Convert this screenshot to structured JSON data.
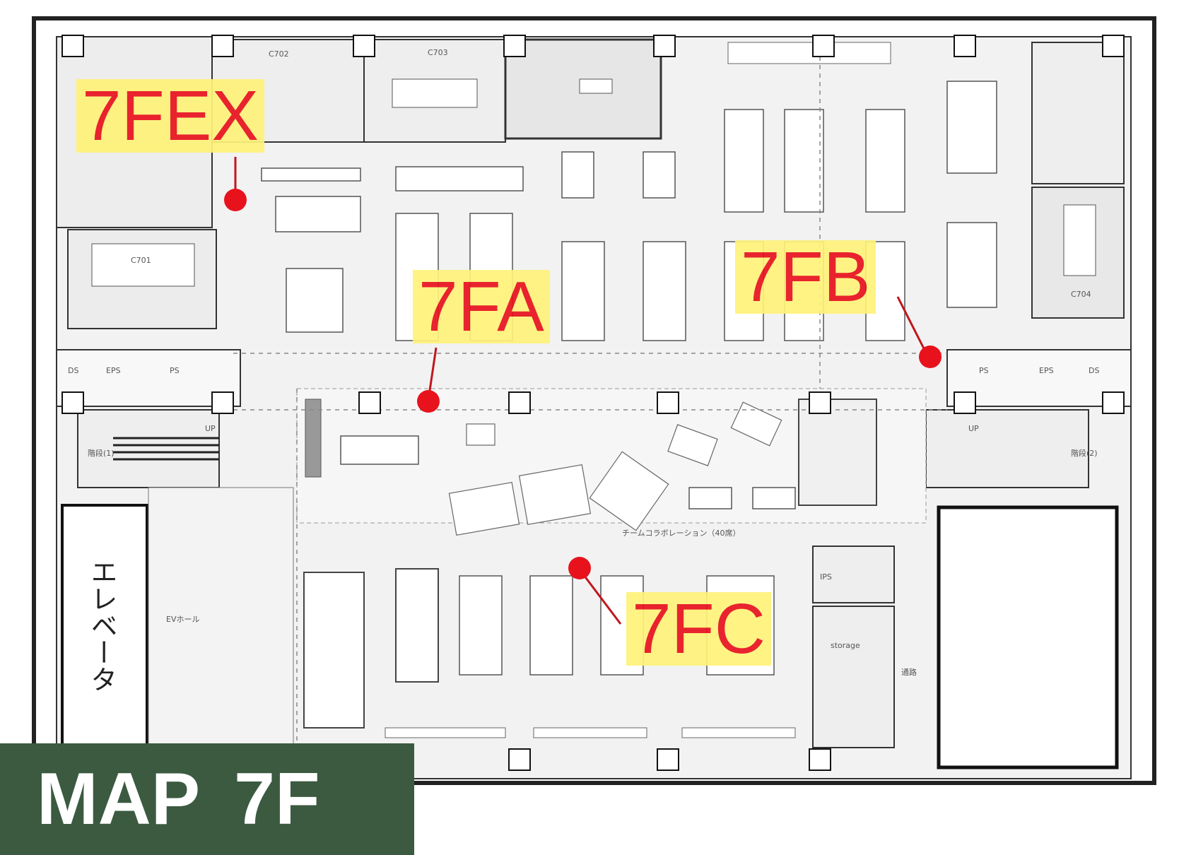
{
  "colors": {
    "marker": "#e8121d",
    "label_bg": "#fff27a",
    "title_bg": "#3b5a40",
    "title_text": "#ffffff",
    "wall": "#222222",
    "floor": "#f0f0f0"
  },
  "zones": [
    {
      "id": "7FEX",
      "label": "7FEX"
    },
    {
      "id": "7FA",
      "label": "7FA"
    },
    {
      "id": "7FB",
      "label": "7FB"
    },
    {
      "id": "7FC",
      "label": "7FC"
    }
  ],
  "elevator_label": "エレベータ",
  "title": {
    "map": "MAP",
    "floor": "7F"
  },
  "rooms": {
    "c701": "C701",
    "c702": "C702",
    "c703": "C703",
    "c704": "C704",
    "eps_left": "EPS",
    "ps_left": "PS",
    "eps_right": "EPS",
    "ps_right": "PS",
    "ds_left": "DS",
    "ds_right": "DS",
    "stairs_left": "階段(1)",
    "stairs_right": "階段(2)",
    "ev_hall": "EVホール",
    "team_collab": "チームコラボレーション（40席）",
    "storage": "storage",
    "ips": "IPS",
    "passage": "通路",
    "up_left": "UP",
    "up_right": "UP"
  }
}
